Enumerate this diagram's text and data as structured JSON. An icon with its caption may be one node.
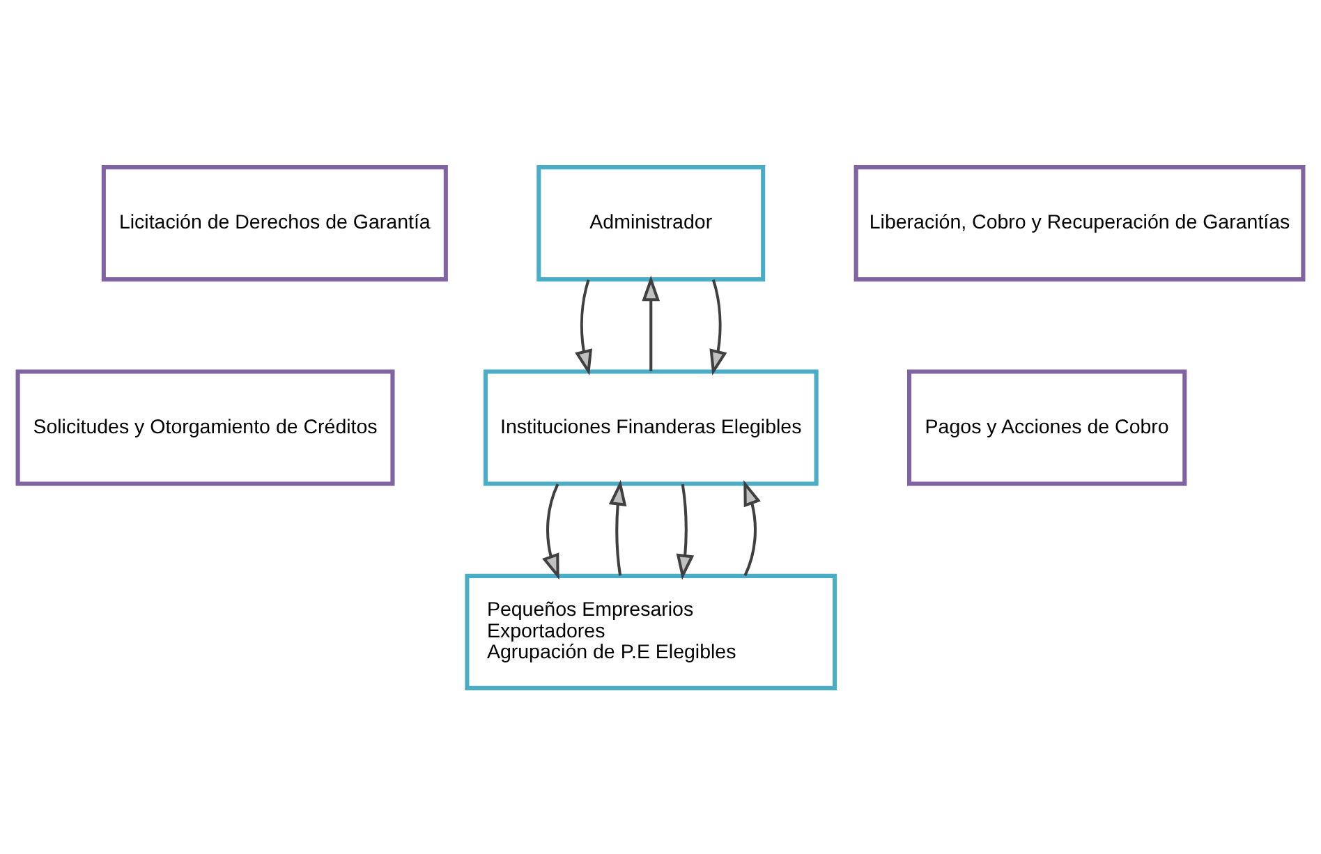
{
  "diagram": {
    "nodes": [
      {
        "text": [
          "Licitación de Derechos de Garantía"
        ]
      },
      {
        "text": [
          "Administrador"
        ]
      },
      {
        "text": [
          "Liberación, Cobro y Recuperación de Garantías"
        ]
      },
      {
        "text": [
          "Solicitudes y Otorgamiento de Créditos"
        ]
      },
      {
        "text": [
          "Instituciones Finanderas Elegibles"
        ]
      },
      {
        "text": [
          "Pagos y Acciones de Cobro"
        ]
      },
      {
        "text": [
          "Pequeños Empresarios",
          "Exportadores",
          "Agrupación de P.E Elegibles"
        ]
      }
    ],
    "edges": [
      {
        "from": 1,
        "to": 4,
        "arrow": "to"
      },
      {
        "from": 4,
        "to": 1,
        "arrow": "to"
      },
      {
        "from": 1,
        "to": 4,
        "arrow": "to"
      },
      {
        "from": 4,
        "to": 6,
        "arrow": "to"
      },
      {
        "from": 6,
        "to": 4,
        "arrow": "to"
      },
      {
        "from": 4,
        "to": 6,
        "arrow": "to"
      },
      {
        "from": 6,
        "to": 4,
        "arrow": "to"
      }
    ]
  }
}
